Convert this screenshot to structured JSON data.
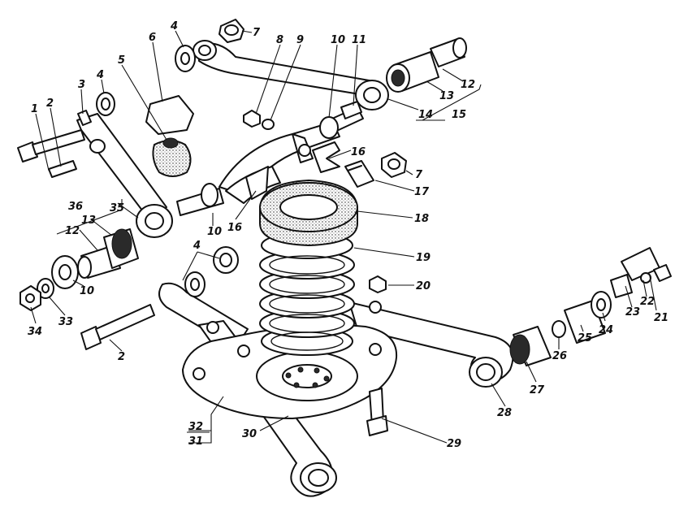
{
  "callouts": [
    {
      "id": "c1",
      "text": "1"
    },
    {
      "id": "c2a",
      "text": "2"
    },
    {
      "id": "c2b",
      "text": "2"
    },
    {
      "id": "c3",
      "text": "3"
    },
    {
      "id": "c4a",
      "text": "4"
    },
    {
      "id": "c4b",
      "text": "4"
    },
    {
      "id": "c4c",
      "text": "4"
    },
    {
      "id": "c5",
      "text": "5"
    },
    {
      "id": "c6",
      "text": "6"
    },
    {
      "id": "c7a",
      "text": "7"
    },
    {
      "id": "c7b",
      "text": "7"
    },
    {
      "id": "c8",
      "text": "8"
    },
    {
      "id": "c9",
      "text": "9"
    },
    {
      "id": "c10a",
      "text": "10"
    },
    {
      "id": "c10b",
      "text": "10"
    },
    {
      "id": "c10c",
      "text": "10"
    },
    {
      "id": "c11",
      "text": "11"
    },
    {
      "id": "c12a",
      "text": "12"
    },
    {
      "id": "c12b",
      "text": "12"
    },
    {
      "id": "c13a",
      "text": "13"
    },
    {
      "id": "c13b",
      "text": "13"
    },
    {
      "id": "c14",
      "text": "14"
    },
    {
      "id": "c15",
      "text": "15"
    },
    {
      "id": "c16a",
      "text": "16"
    },
    {
      "id": "c16b",
      "text": "16"
    },
    {
      "id": "c17",
      "text": "17"
    },
    {
      "id": "c18",
      "text": "18"
    },
    {
      "id": "c19",
      "text": "19"
    },
    {
      "id": "c20",
      "text": "20"
    },
    {
      "id": "c21",
      "text": "21"
    },
    {
      "id": "c22",
      "text": "22"
    },
    {
      "id": "c23",
      "text": "23"
    },
    {
      "id": "c24",
      "text": "24"
    },
    {
      "id": "c25",
      "text": "25"
    },
    {
      "id": "c26",
      "text": "26"
    },
    {
      "id": "c27",
      "text": "27"
    },
    {
      "id": "c28",
      "text": "28"
    },
    {
      "id": "c29",
      "text": "29"
    },
    {
      "id": "c30",
      "text": "30"
    },
    {
      "id": "c31",
      "text": "31"
    },
    {
      "id": "c32",
      "text": "32"
    },
    {
      "id": "c33",
      "text": "33"
    },
    {
      "id": "c34",
      "text": "34"
    },
    {
      "id": "c35",
      "text": "35"
    },
    {
      "id": "c36",
      "text": "36"
    }
  ]
}
